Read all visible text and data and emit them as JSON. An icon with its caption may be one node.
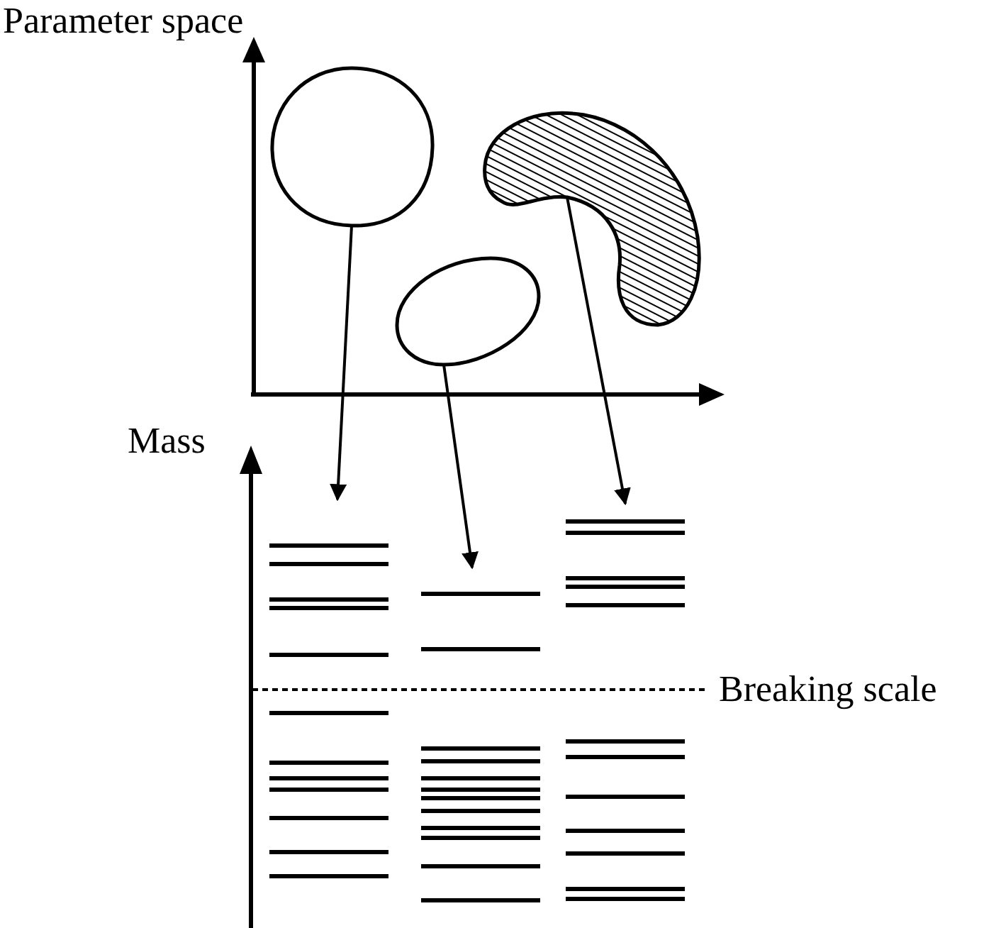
{
  "diagram": {
    "nodes": [
      {
        "text": [],
        "shape": "circle"
      },
      {
        "text": [],
        "shape": "circle"
      },
      {
        "text": [],
        "shape": "cloud"
      },
      {
        "text": [],
        "shape": "bar"
      },
      {
        "text": [],
        "shape": "bar"
      },
      {
        "text": [],
        "shape": "bar"
      }
    ],
    "edges": [
      {
        "from": 0,
        "to": 3,
        "arrow": "to"
      },
      {
        "from": 1,
        "to": 4,
        "arrow": "to"
      },
      {
        "from": 2,
        "to": 5,
        "arrow": "to"
      }
    ],
    "labels": [
      "Parameter space",
      "Mass",
      "Breaking scale"
    ]
  }
}
